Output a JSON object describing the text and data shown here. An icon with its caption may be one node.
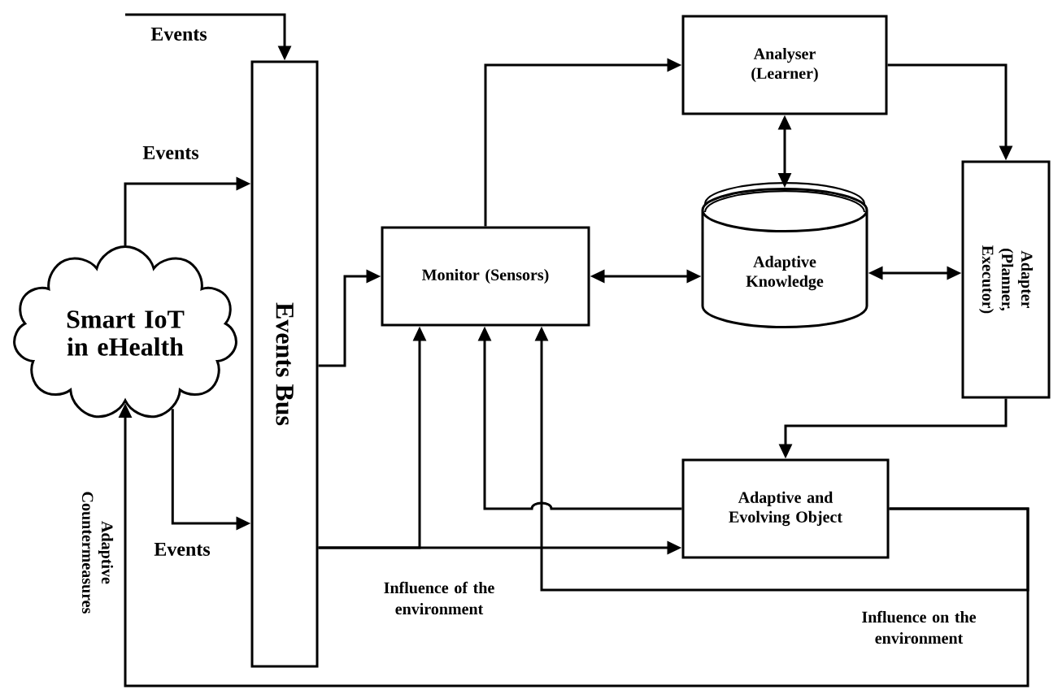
{
  "diagram": {
    "nodes": [
      {
        "text": [
          "Smart IoT in eHealth"
        ]
      },
      {
        "text": [
          "Events Bus"
        ]
      },
      {
        "text": [
          "Monitor (Sensors)"
        ]
      },
      {
        "text": [
          "Analyser (Learner)"
        ]
      },
      {
        "text": [
          "Adaptive Knowledge"
        ]
      },
      {
        "text": [
          "Adapter (Planner, Executor)"
        ]
      },
      {
        "text": [
          "Adaptive and Evolving Object"
        ]
      }
    ],
    "edges": [
      {
        "from": null,
        "to": 1,
        "arrow": "to",
        "label": "Events"
      },
      {
        "from": 0,
        "to": 1,
        "arrow": "to",
        "label": "Events"
      },
      {
        "from": 0,
        "to": 1,
        "arrow": "to",
        "label": "Events"
      },
      {
        "from": 1,
        "to": 2,
        "arrow": "to"
      },
      {
        "from": 1,
        "to": 2,
        "arrow": "to"
      },
      {
        "from": 6,
        "to": 2,
        "arrow": "to"
      },
      {
        "from": 2,
        "to": 3,
        "arrow": "to"
      },
      {
        "from": 3,
        "to": 4,
        "arrow": "both"
      },
      {
        "from": 2,
        "to": 4,
        "arrow": "both"
      },
      {
        "from": 4,
        "to": 5,
        "arrow": "both"
      },
      {
        "from": 3,
        "to": 5,
        "arrow": "to"
      },
      {
        "from": 5,
        "to": 6,
        "arrow": "to"
      },
      {
        "from": 1,
        "to": 6,
        "arrow": "to",
        "label": "Influence of the environment"
      },
      {
        "from": 6,
        "to": 2,
        "arrow": "to",
        "label": "Influence on the environment"
      },
      {
        "from": 6,
        "to": 0,
        "arrow": "to",
        "label": "Adaptive Countermeasures"
      }
    ]
  }
}
